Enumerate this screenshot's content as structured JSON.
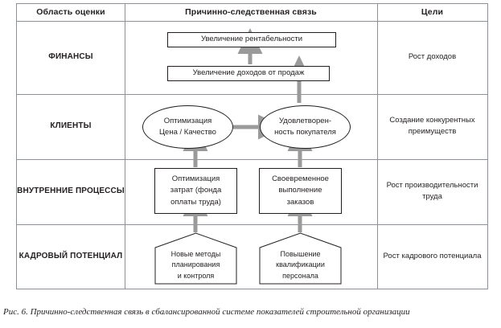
{
  "figure": {
    "caption": "Рис. 6. Причинно-следственная связь в сбалансированной системе показателей строительной организации"
  },
  "table": {
    "headers": {
      "area": "Область оценки",
      "causal": "Причинно-следственная связь",
      "goals": "Цели"
    },
    "rows": [
      {
        "area": "ФИНАНСЫ",
        "goal": "Рост доходов"
      },
      {
        "area": "КЛИЕНТЫ",
        "goal": "Создание конкурентных преимуществ"
      },
      {
        "area": "ВНУТРЕННИЕ ПРОЦЕССЫ",
        "goal": "Рост производительности труда"
      },
      {
        "area": "КАДРОВЫЙ ПОТЕНЦИАЛ",
        "goal": "Рост кадрового потенциала"
      }
    ]
  },
  "diagram": {
    "nodes": {
      "profitability": {
        "label": "Увеличение рентабельности",
        "shape": "rect"
      },
      "sales_income": {
        "label": "Увеличение доходов от продаж",
        "shape": "rect"
      },
      "price_quality": {
        "line1": "Оптимизация",
        "line2": "Цена / Качество",
        "shape": "ellipse"
      },
      "satisfaction": {
        "line1": "Удовлетворен-",
        "line2": "ность покупателя",
        "shape": "ellipse"
      },
      "cost_optim": {
        "line1": "Оптимизация",
        "line2": "затрат (фонда",
        "line3": "оплаты труда)",
        "shape": "rect"
      },
      "timely_orders": {
        "line1": "Своевременное",
        "line2": "выполнение",
        "line3": "заказов",
        "shape": "rect"
      },
      "new_methods": {
        "line1": "Новые методы",
        "line2": "планирования",
        "line3": "и контроля",
        "shape": "pentagon"
      },
      "qualification": {
        "line1": "Повышение",
        "line2": "квалификации",
        "line3": "персонала",
        "shape": "pentagon"
      }
    },
    "colors": {
      "arrow": "#9a9a9a",
      "node_border": "#231f20",
      "table_border": "#8d9095",
      "text": "#231f20"
    }
  }
}
